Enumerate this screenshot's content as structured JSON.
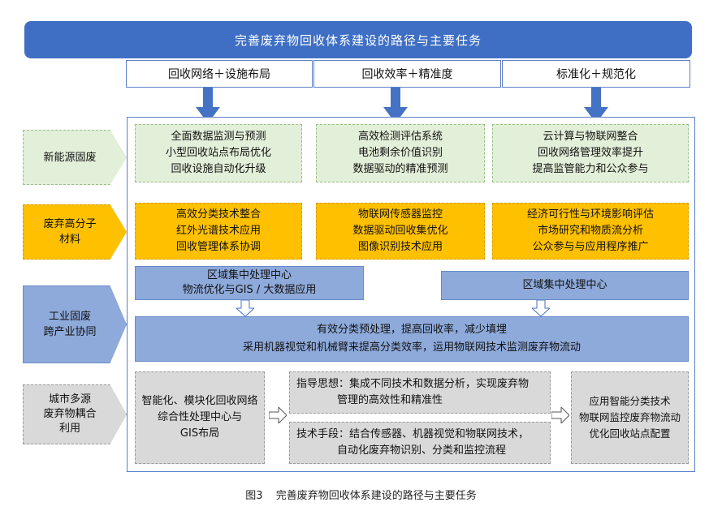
{
  "title": "完善废弃物回收体系建设的路径与主要任务",
  "categories": [
    "回收网络＋设施布局",
    "回收效率＋精准度",
    "标准化＋规范化"
  ],
  "rows": {
    "row1": {
      "label": "新能源固废",
      "col1": [
        "全面数据监测与预测",
        "小型回收站点布局优化",
        "回收设施自动化升级"
      ],
      "col2": [
        "高效检测评估系统",
        "电池剩余价值识别",
        "数据驱动的精准预测"
      ],
      "col3": [
        "云计算与物联网整合",
        "回收网络管理效率提升",
        "提高监管能力和公众参与"
      ]
    },
    "row2": {
      "label": [
        "废弃高分子",
        "材料"
      ],
      "col1": [
        "高效分类技术整合",
        "红外光谱技术应用",
        "回收管理体系协调"
      ],
      "col2": [
        "物联网传感器监控",
        "数据驱动回收集优化",
        "图像识别技术应用"
      ],
      "col3": [
        "经济可行性与环境影响评估",
        "市场研究和物质流分析",
        "公众参与与应用程序推广"
      ]
    },
    "row3": {
      "label": [
        "工业固废",
        "跨产业协同"
      ],
      "left": [
        "区域集中处理中心",
        "物流优化与GIS / 大数据应用"
      ],
      "right": "区域集中处理中心",
      "wide": [
        "有效分类预处理，提高回收率，减少填埋",
        "采用机器视觉和机械臂来提高分类效率，运用物联网技术监测废弃物流动"
      ]
    },
    "row4": {
      "label": [
        "城市多源",
        "废弃物耦合",
        "利用"
      ],
      "left": [
        "智能化、模块化回收网络",
        "综合性处理中心与",
        "GIS布局"
      ],
      "mid_top": [
        "指导思想：集成不同技术和数据分析，实现废弃物",
        "管理的高效性和精准性"
      ],
      "mid_bottom": [
        "技术手段：结合传感器、机器视觉和物联网技术，",
        "自动化废弃物识别、分类和监控流程"
      ],
      "right": [
        "应用智能分类技术",
        "物联网监控废弃物流动",
        "优化回收站点配置"
      ]
    }
  },
  "caption": {
    "num": "图3",
    "text": "完善废弃物回收体系建设的路径与主要任务"
  },
  "colors": {
    "banner": "#3e6fc4",
    "green": "#e2efd9",
    "orange": "#ffc000",
    "blue": "#8eaadb",
    "gray": "#d9d9d9",
    "arrow": "#4472c4"
  }
}
